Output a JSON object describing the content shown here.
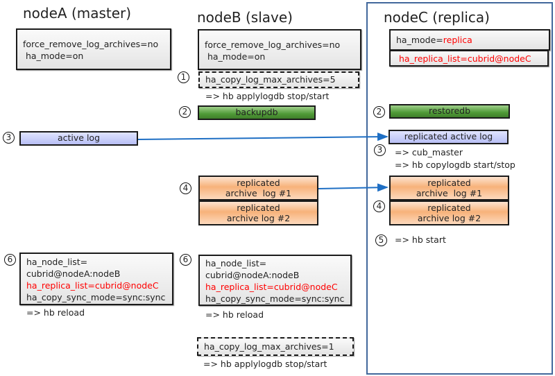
{
  "colors": {
    "arrow": "#1f6fc4",
    "frame": "#41679b",
    "highlight": "#ff0000"
  },
  "nodeA": {
    "title": "nodeA (master)",
    "config": [
      "force_remove_log_archives=no",
      " ha_mode=on"
    ],
    "active_log": {
      "step": "3",
      "label": "active log"
    },
    "step6": {
      "step": "6",
      "lines": [
        "ha_node_list=",
        "cubrid@nodeA:nodeB"
      ],
      "red_line": "ha_replica_list=cubrid@nodeC",
      "last_line": "ha_copy_sync_mode=sync:sync",
      "command": "=> hb reload"
    }
  },
  "nodeB": {
    "title": "nodeB (slave)",
    "config": [
      "force_remove_log_archives=no",
      " ha_mode=on"
    ],
    "step1": {
      "step": "1",
      "setting": "ha_copy_log_max_archives=5",
      "command": "=> hb applylogdb stop/start"
    },
    "step2": {
      "step": "2",
      "label": "backupdb"
    },
    "step4": {
      "step": "4",
      "archive1": [
        "replicated",
        "archive  log #1"
      ],
      "archive2": [
        "replicated",
        "archive log #2"
      ]
    },
    "step6": {
      "step": "6",
      "lines": [
        "ha_node_list=",
        "cubrid@nodeA:nodeB"
      ],
      "red_line": "ha_replica_list=cubrid@nodeC",
      "last_line": "ha_copy_sync_mode=sync:sync",
      "command": "=> hb reload"
    },
    "final": {
      "setting": "ha_copy_log_max_archives=1",
      "command": "=> hb applylogdb stop/start"
    }
  },
  "nodeC": {
    "title": "nodeC (replica)",
    "ha_mode_key": "ha_mode=",
    "ha_mode_value": "replica",
    "replica_list": "ha_replica_list=cubrid@nodeC",
    "step2": {
      "step": "2",
      "label": "restoredb"
    },
    "active_log": "replicated active log",
    "step3": {
      "step": "3",
      "commands": [
        "=> cub_master",
        "=> hb copylogdb start/stop"
      ]
    },
    "step4": {
      "step": "4",
      "archive1": [
        "replicated",
        "archive  log #1"
      ],
      "archive2": [
        "replicated",
        "archive log #2"
      ]
    },
    "step5": {
      "step": "5",
      "command": "=> hb start"
    }
  }
}
